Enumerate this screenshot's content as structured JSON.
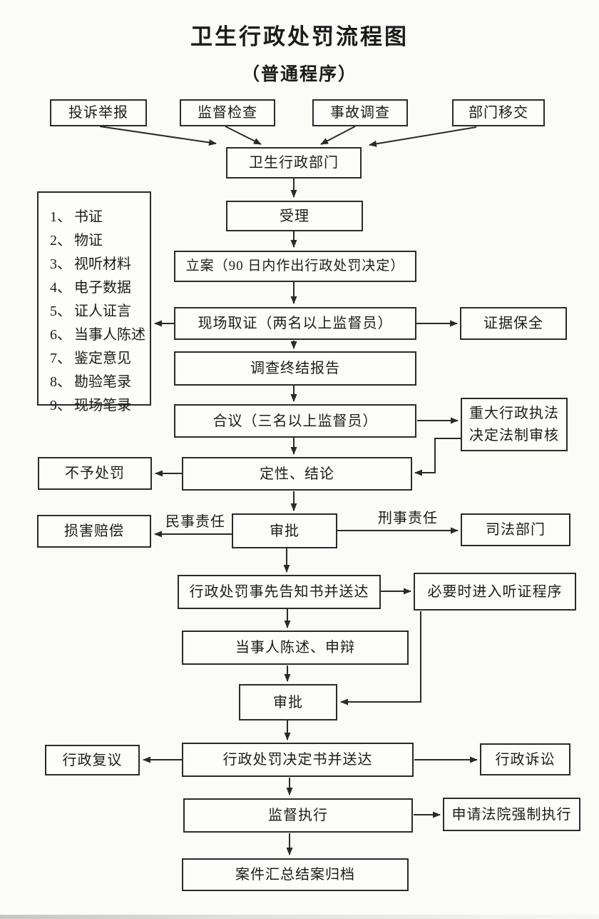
{
  "title": "卫生行政处罚流程图",
  "subtitle": "（普通程序）",
  "nodes": {
    "tousu": "投诉举报",
    "jianduJiancha": "监督检查",
    "shigu": "事故调查",
    "bumenYijiao": "部门移交",
    "weisheng": "卫生行政部门",
    "shouli": "受理",
    "lian": "立案（90 日内作出行政处罚决定）",
    "xianchang": "现场取证（两名以上监督员）",
    "zhengjuBaoquan": "证据保全",
    "diaochaReport": "调查终结报告",
    "heyi": "合议（三名以上监督员）",
    "zhongda1": "重大行政执法",
    "zhongda2": "决定法制审核",
    "dingxing": "定性、结论",
    "buyuChufa": "不予处罚",
    "shenpi1": "审批",
    "sunhaiPeichang": "损害赔偿",
    "sifaBumen": "司法部门",
    "gaozhishu": "行政处罚事先告知书并送达",
    "tingzheng": "必要时进入听证程序",
    "chenshuShenbian": "当事人陈述、申辩",
    "shenpi2": "审批",
    "juedingshu": "行政处罚决定书并送达",
    "xingzhengFuyi": "行政复议",
    "xingzhengSusong": "行政诉讼",
    "jianduZhixing": "监督执行",
    "shenqingZhixing": "申请法院强制执行",
    "anjianGuidang": "案件汇总结案归档"
  },
  "edge_labels": {
    "civil": "民事责任",
    "criminal": "刑事责任"
  },
  "evidence": {
    "items": [
      {
        "num": "1、",
        "text": "书证"
      },
      {
        "num": "2、",
        "text": "物证"
      },
      {
        "num": "3、",
        "text": "视听材料"
      },
      {
        "num": "4、",
        "text": "电子数据"
      },
      {
        "num": "5、",
        "text": "证人证言"
      },
      {
        "num": "6、",
        "text": "当事人陈述"
      },
      {
        "num": "7、",
        "text": "鉴定意见"
      },
      {
        "num": "8、",
        "text": "勘验笔录"
      },
      {
        "num": "9、",
        "text": "现场笔录"
      }
    ]
  },
  "colors": {
    "ink": "#2a2a2a",
    "paper": "#fbfbf8",
    "box_fill": "#fdfdfb"
  }
}
